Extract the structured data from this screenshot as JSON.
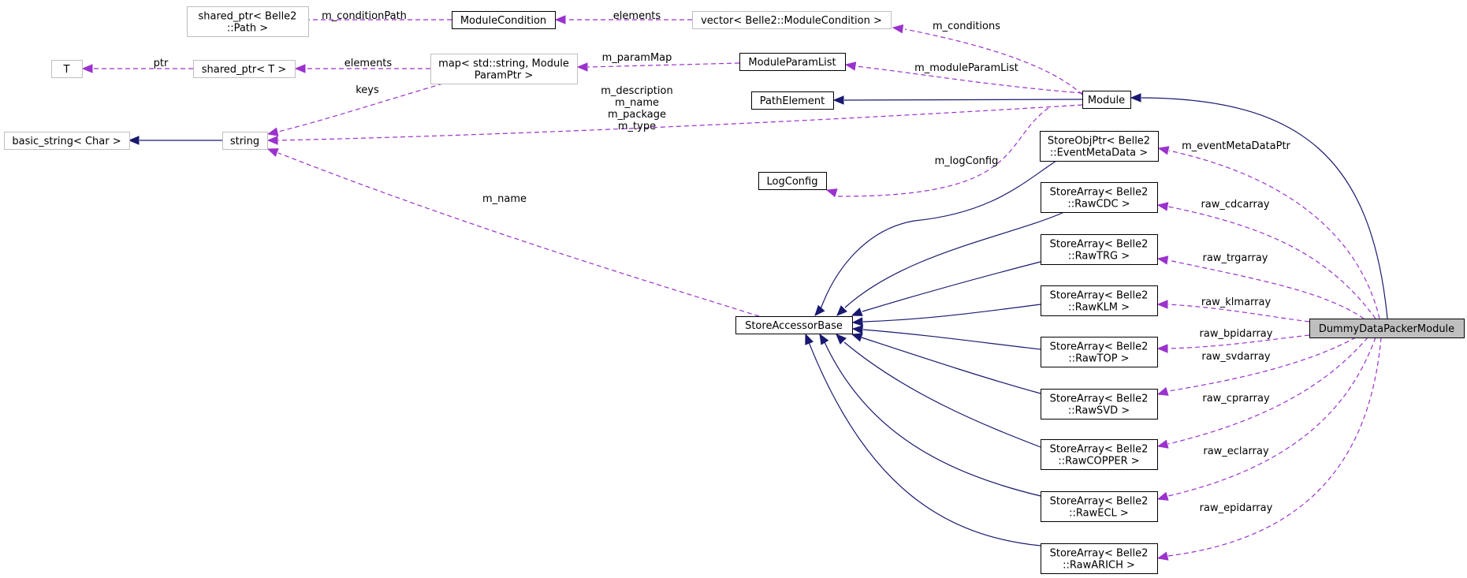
{
  "colors": {
    "inheritance_edge": "#191970",
    "usage_edge": "#9a32cd",
    "external_node_border": "#bfbfbf",
    "highlight_node_fill": "#bfbfbf"
  },
  "nodes": {
    "shared_ptr_path": [
      "shared_ptr< Belle2",
      "::Path >"
    ],
    "module_condition": [
      "ModuleCondition"
    ],
    "vector_module_condition": [
      "vector< Belle2::ModuleCondition >"
    ],
    "T": [
      "T"
    ],
    "shared_ptr_T": [
      "shared_ptr< T >"
    ],
    "map_string_param": [
      "map< std::string, Module",
      "ParamPtr >"
    ],
    "module_param_list": [
      "ModuleParamList"
    ],
    "path_element": [
      "PathElement"
    ],
    "module": [
      "Module"
    ],
    "basic_string": [
      "basic_string< Char >"
    ],
    "string": [
      "string"
    ],
    "log_config": [
      "LogConfig"
    ],
    "store_obj_ptr_event_meta": [
      "StoreObjPtr< Belle2",
      "::EventMetaData >"
    ],
    "store_array_raw_cdc": [
      "StoreArray< Belle2",
      "::RawCDC >"
    ],
    "store_array_raw_trg": [
      "StoreArray< Belle2",
      "::RawTRG >"
    ],
    "store_array_raw_klm": [
      "StoreArray< Belle2",
      "::RawKLM >"
    ],
    "store_accessor_base": [
      "StoreAccessorBase"
    ],
    "store_array_raw_top": [
      "StoreArray< Belle2",
      "::RawTOP >"
    ],
    "store_array_raw_svd": [
      "StoreArray< Belle2",
      "::RawSVD >"
    ],
    "store_array_raw_copper": [
      "StoreArray< Belle2",
      "::RawCOPPER >"
    ],
    "store_array_raw_ecl": [
      "StoreArray< Belle2",
      "::RawECL >"
    ],
    "store_array_raw_arich": [
      "StoreArray< Belle2",
      "::RawARICH >"
    ],
    "dummy_data_packer_module": [
      "DummyDataPackerModule"
    ]
  },
  "edge_labels": {
    "m_conditionPath": [
      "m_conditionPath"
    ],
    "elements_conditions": [
      "elements"
    ],
    "m_conditions": [
      "m_conditions"
    ],
    "ptr": [
      "ptr"
    ],
    "elements_map": [
      "elements"
    ],
    "m_paramMap": [
      "m_paramMap"
    ],
    "m_moduleParamList": [
      "m_moduleParamList"
    ],
    "keys": [
      "keys"
    ],
    "module_strings": [
      "m_description",
      "m_name",
      "m_package",
      "m_type"
    ],
    "m_logConfig": [
      "m_logConfig"
    ],
    "m_name_accessor": [
      "m_name"
    ],
    "m_eventMetaDataPtr": [
      "m_eventMetaDataPtr"
    ],
    "raw_cdcarray": [
      "raw_cdcarray"
    ],
    "raw_trgarray": [
      "raw_trgarray"
    ],
    "raw_klmarray": [
      "raw_klmarray"
    ],
    "raw_bpidarray": [
      "raw_bpidarray"
    ],
    "raw_svdarray": [
      "raw_svdarray"
    ],
    "raw_cprarray": [
      "raw_cprarray"
    ],
    "raw_eclarray": [
      "raw_eclarray"
    ],
    "raw_epidarray": [
      "raw_epidarray"
    ]
  }
}
